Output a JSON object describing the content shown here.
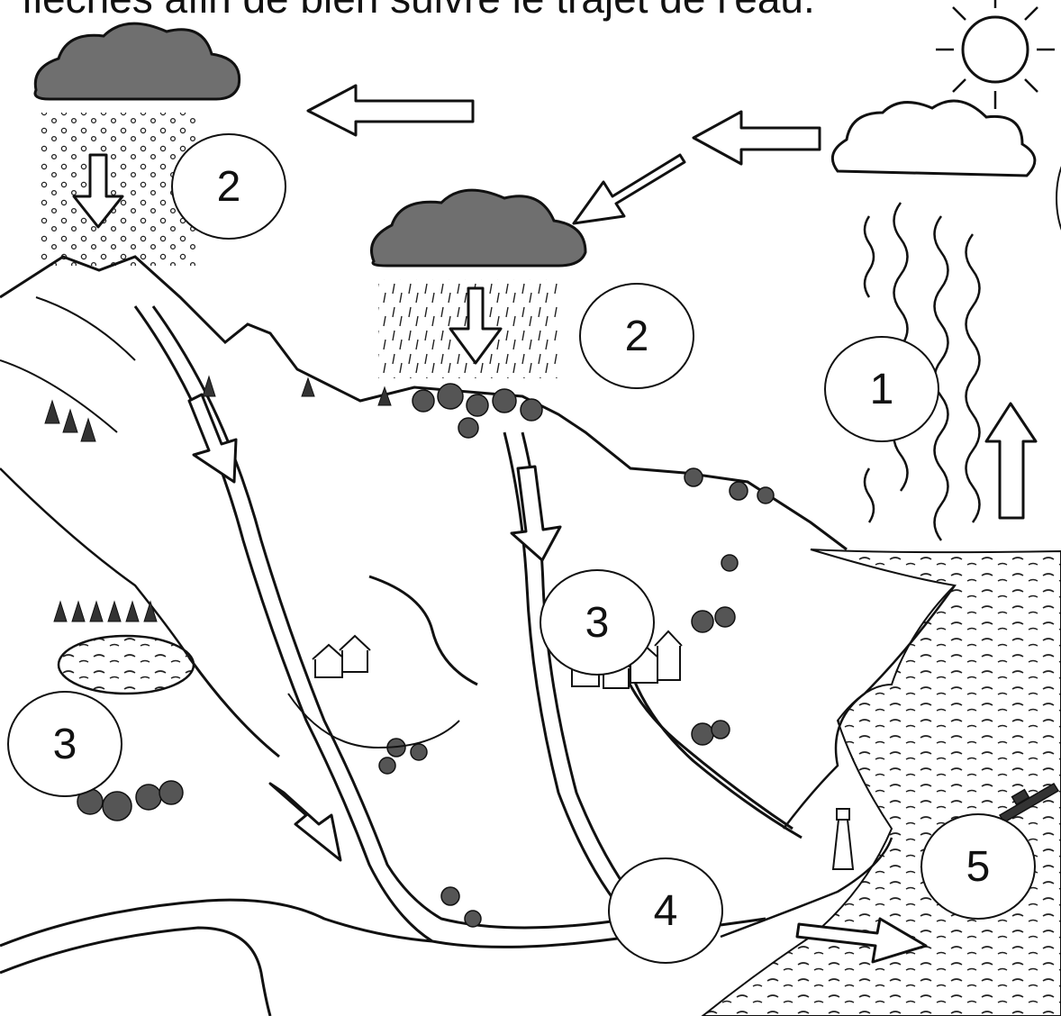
{
  "instruction_text": "flèches afin de bien suivre le trajet de l'eau.",
  "labels": {
    "evaporation": "1",
    "precipitation_snow": "2",
    "precipitation_rain": "2",
    "runoff_town": "3",
    "runoff_lake": "3",
    "river": "4",
    "sea": "5"
  },
  "colors": {
    "ink": "#111111",
    "cloud_dark": "#6f6f6f",
    "paper": "#ffffff"
  }
}
